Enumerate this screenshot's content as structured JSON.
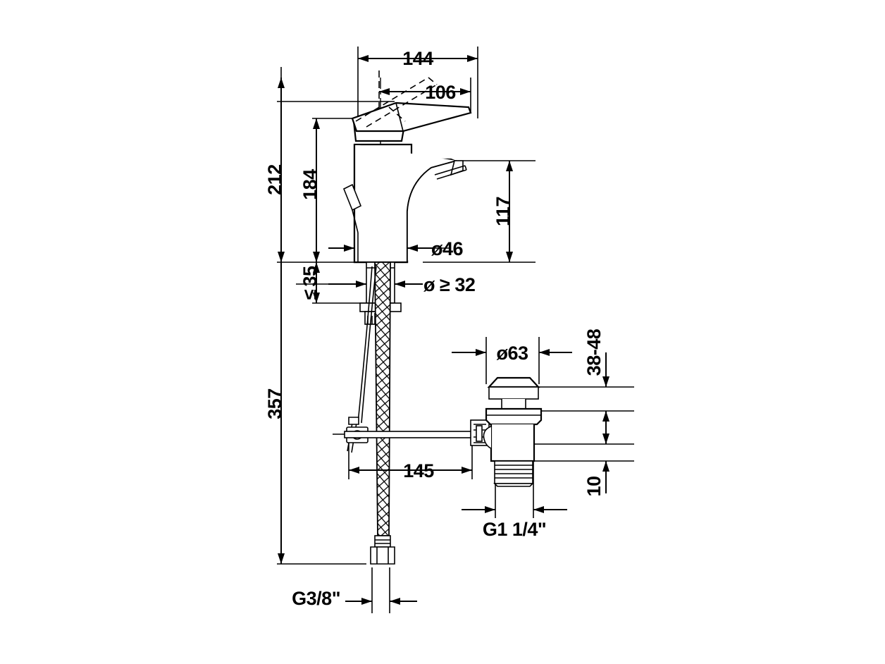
{
  "document": {
    "type": "technical-dimension-drawing",
    "subject": "single-lever basin mixer tap with pop-up waste drain",
    "view": "side elevation",
    "units": "mm",
    "background_color": "#ffffff",
    "line_color": "#000000"
  },
  "dimensions": {
    "width_overall": {
      "label": "144",
      "orientation": "horizontal",
      "position": "top"
    },
    "handle_reach": {
      "label": "106",
      "orientation": "horizontal",
      "position": "top"
    },
    "height_overall": {
      "label": "212",
      "orientation": "vertical",
      "position": "left"
    },
    "height_body": {
      "label": "184",
      "orientation": "vertical",
      "position": "left"
    },
    "spout_height": {
      "label": "117",
      "orientation": "vertical",
      "position": "right"
    },
    "shank_max": {
      "label": "35",
      "prefix": "≤",
      "orientation": "vertical",
      "position": "left"
    },
    "body_diameter": {
      "label": "ø46",
      "orientation": "horizontal",
      "position": "middle"
    },
    "hole_diameter": {
      "label": "ø ≥ 32",
      "orientation": "horizontal",
      "position": "middle"
    },
    "total_height": {
      "label": "357",
      "orientation": "vertical",
      "position": "left"
    },
    "drain_flange_diameter": {
      "label": "ø63",
      "orientation": "horizontal",
      "position": "right"
    },
    "basin_thickness_range": {
      "label": "38-48",
      "orientation": "vertical",
      "position": "right"
    },
    "drain_thread_projection": {
      "label": "10",
      "orientation": "vertical",
      "position": "right"
    },
    "rod_spacing": {
      "label": "145",
      "orientation": "horizontal",
      "position": "bottom"
    },
    "drain_thread": {
      "label": "G1 1/4\"",
      "orientation": "horizontal",
      "position": "bottom-right"
    },
    "supply_thread": {
      "label": "G3/8\"",
      "orientation": "horizontal",
      "position": "bottom-left"
    }
  },
  "labels_list": [
    "144",
    "106",
    "212",
    "184",
    "117",
    "35",
    "ø46",
    "ø ≥ 32",
    "357",
    "ø63",
    "38-48",
    "10",
    "145",
    "G1 1/4\"",
    "G3/8\""
  ],
  "components": [
    {
      "name": "lever-handle",
      "description": "single lever handle shown in closed position with dashed open position"
    },
    {
      "name": "mixer-body",
      "description": "cylindrical faucet body with curved spout"
    },
    {
      "name": "spout-outlet",
      "description": "aerator outlet at spout tip"
    },
    {
      "name": "lift-rod",
      "description": "pop-up waste lift rod knob at rear of body"
    },
    {
      "name": "mounting-shank",
      "description": "threaded shank below body for basin mounting"
    },
    {
      "name": "mounting-nut",
      "description": "washer and nut securing tap to basin"
    },
    {
      "name": "braided-hose",
      "description": "flexible braided supply hose"
    },
    {
      "name": "hose-fitting",
      "description": "hex nut G3/8 connection at hose end"
    },
    {
      "name": "pivot-rod",
      "description": "horizontal pop-up linkage rod"
    },
    {
      "name": "drain-body",
      "description": "pop-up waste drain assembly with flange cap"
    },
    {
      "name": "drain-thread",
      "description": "threaded drain tailpiece G1 1/4"
    }
  ]
}
